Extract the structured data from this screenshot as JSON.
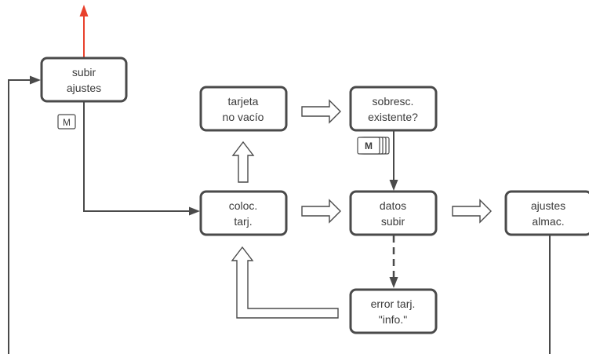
{
  "colors": {
    "box_border": "#4a4a4a",
    "line": "#4a4a4a",
    "up_arrow": "#e8412c"
  },
  "boxes": {
    "subir_ajustes": {
      "line1": "subir",
      "line2": "ajustes"
    },
    "tarjeta_no_vacio": {
      "line1": "tarjeta",
      "line2": "no vacío"
    },
    "sobresc_existente": {
      "line1": "sobresc.",
      "line2": "existente?"
    },
    "coloc_tarj": {
      "line1": "coloc.",
      "line2": "tarj."
    },
    "datos_subir": {
      "line1": "datos",
      "line2": "subir"
    },
    "ajustes_almac": {
      "line1": "ajustes",
      "line2": "almac."
    },
    "error_tarj_info": {
      "line1": "error tarj.",
      "line2": "\"info.\""
    }
  },
  "keys": {
    "m_key_label": "M",
    "m_key_multi_label": "M"
  }
}
